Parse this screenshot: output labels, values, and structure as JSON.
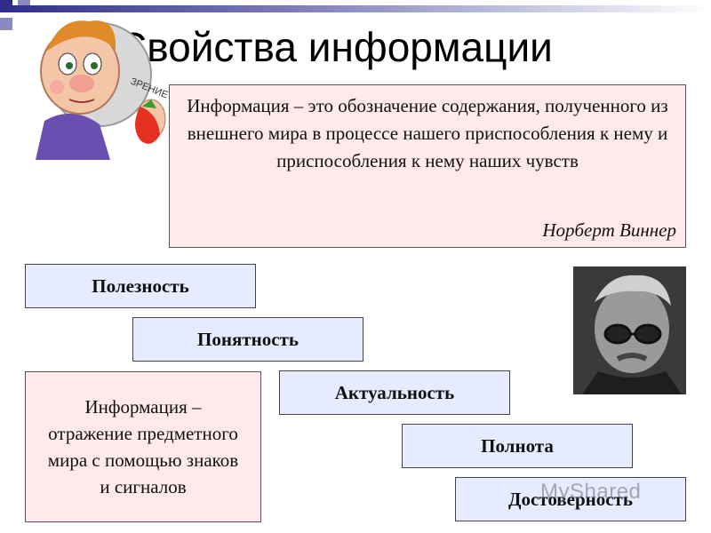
{
  "slide": {
    "title": "Свойства информации",
    "quote": {
      "text": "Информация – это обозначение содержания, полученного из внешнего мира в процессе нашего приспособления к нему и приспособления к нему наших чувств",
      "author": "Норберт Виннер"
    },
    "mascot": {
      "label": "ЗРЕНИЕ",
      "icon": "boy-with-strawberry-icon"
    },
    "properties": [
      {
        "label": "Полезность"
      },
      {
        "label": "Понятность"
      },
      {
        "label": "Актуальность"
      },
      {
        "label": "Полнота"
      },
      {
        "label": "Достоверность"
      }
    ],
    "definition": {
      "text": "Информация – отражение предметного мира с помощью знаков и сигналов"
    },
    "photo": {
      "icon": "portrait-photo-icon"
    },
    "watermark": "MyShared"
  },
  "colors": {
    "pink_box": "#ffe9ea",
    "blue_box": "#e7ebff",
    "accent_dark": "#2e2e8a"
  }
}
